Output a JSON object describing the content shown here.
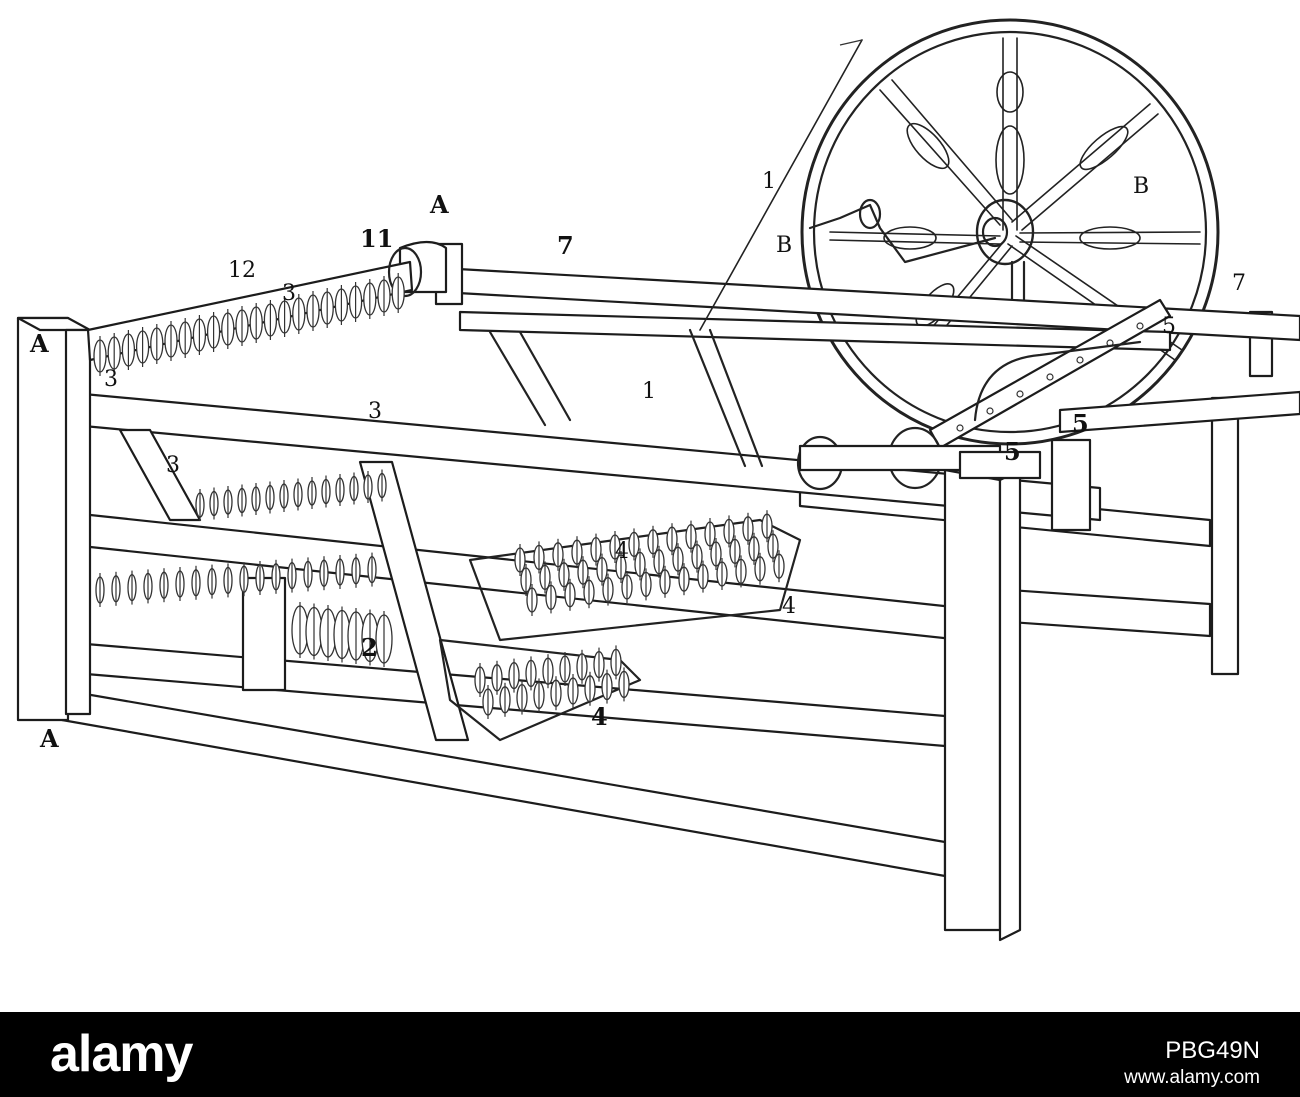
{
  "diagram": {
    "labels": {
      "A_left_top": "A",
      "A_back": "A",
      "A_left_bottom": "A",
      "B_wheel_right": "B",
      "B_wheel_left": "B",
      "n1_band_top": "1",
      "n1_band_mid": "1",
      "n2": "2",
      "n3_back_rail": "3",
      "n3_center": "3",
      "n3_left_rack": "3",
      "n3_front_row": "3",
      "n4_rack_top": "4",
      "n4_rack_bottom": "4",
      "n4_upper_rack_spool": "4",
      "n5_post": "5",
      "n5_carriage": "5",
      "n5_right": "5",
      "n7_back": "7",
      "n7_right": "7",
      "n11": "11",
      "n12": "12"
    }
  },
  "footer": {
    "logo": "alamy",
    "image_id": "PBG49N",
    "url": "www.alamy.com"
  }
}
